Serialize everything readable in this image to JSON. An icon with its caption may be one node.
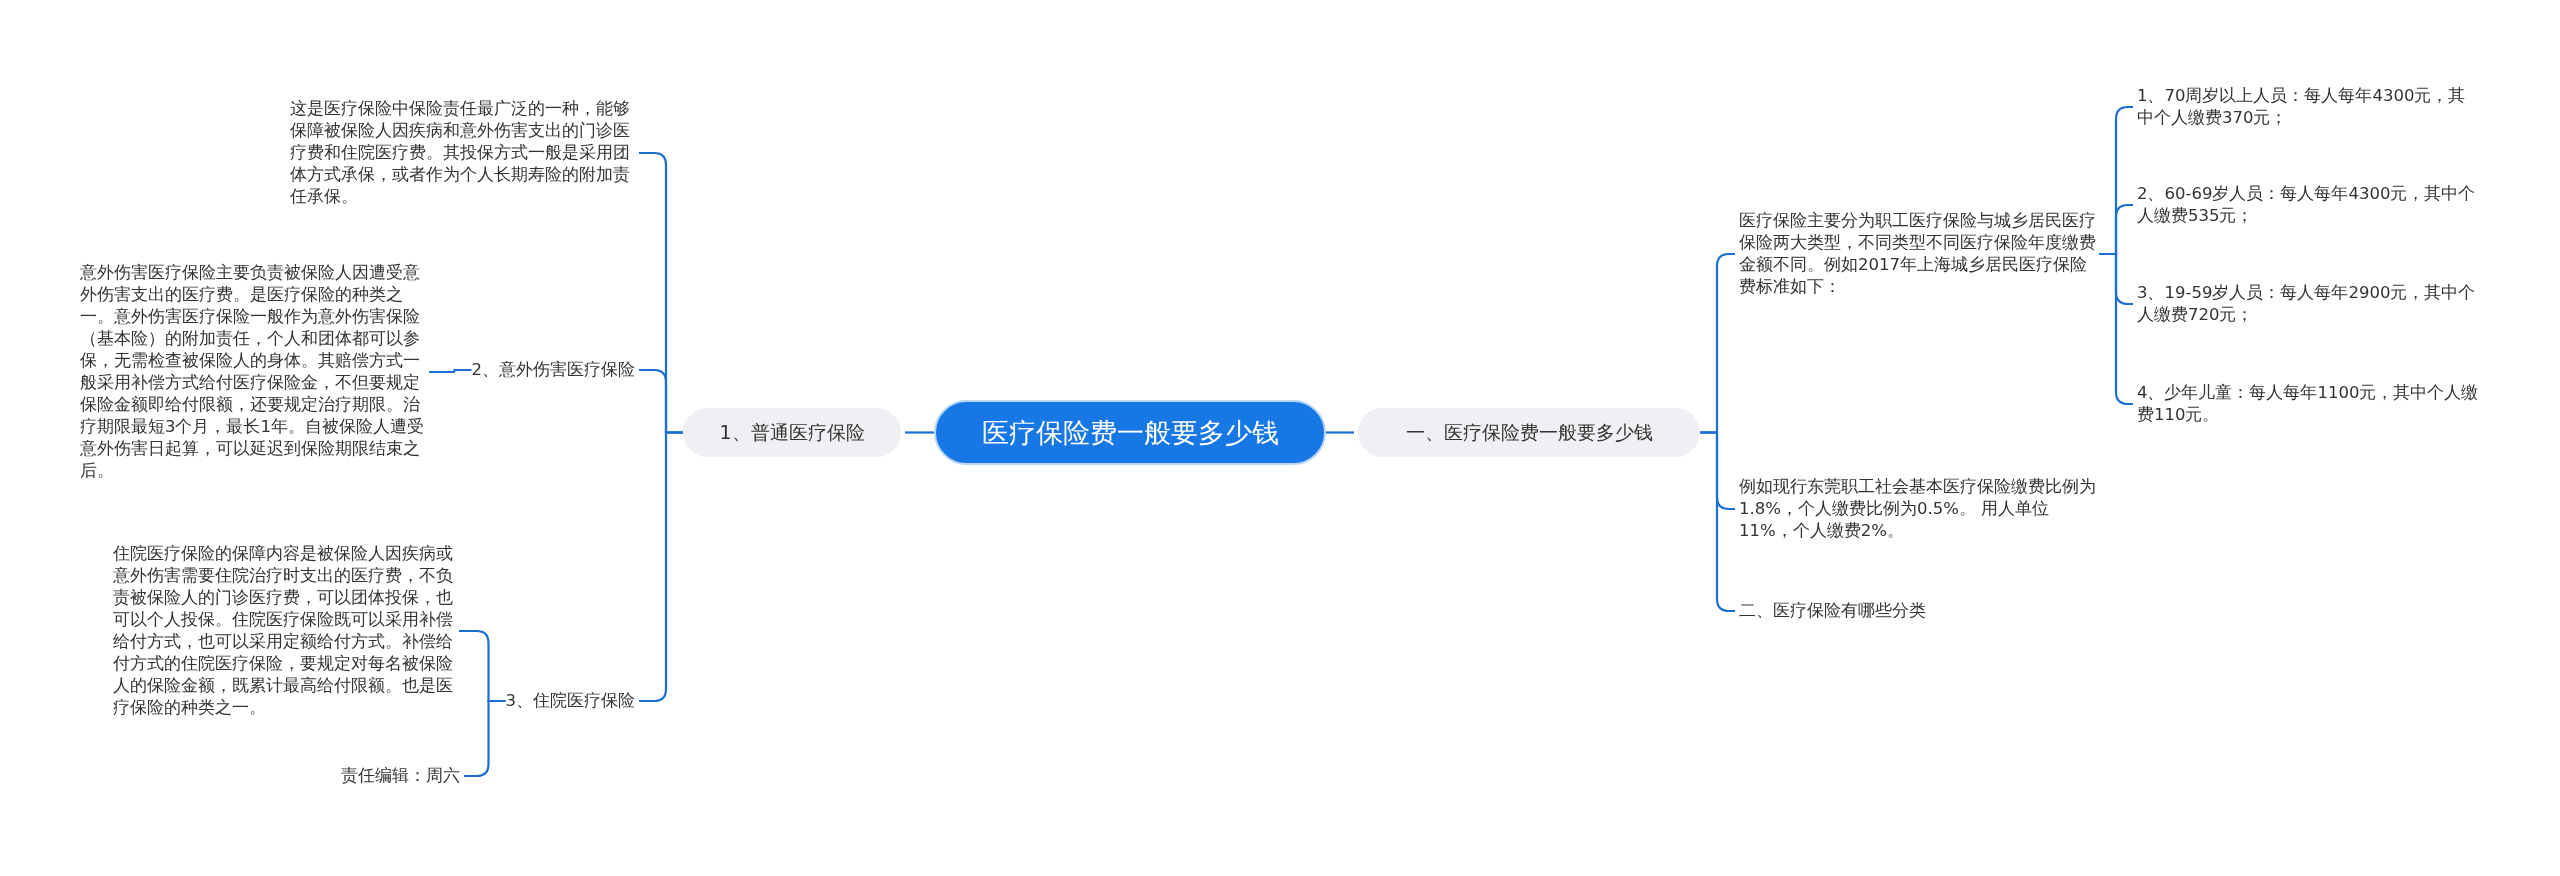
{
  "diagram": {
    "nodes": [
      {
        "text": [
          "医疗保险费一般要多少钱"
        ]
      },
      {
        "text": [
          "1、普通医疗保险"
        ]
      },
      {
        "text": [
          "这是医疗保险中保险责任最广泛的一种，能够保障被保险人因疾病和意外伤害支出的门诊医疗费和住院医疗费。其投保方式一般是采用团体方式承保，或者作为个人长期寿险的附加责任承保。"
        ]
      },
      {
        "text": [
          "2、意外伤害医疗保险"
        ]
      },
      {
        "text": [
          "意外伤害医疗保险主要负责被保险人因遭受意外伤害支出的医疗费。是医疗保险的种类之一。意外伤害医疗保险一般作为意外伤害保险（基本险）的附加责任，个人和团体都可以参保，无需检查被保险人的身体。其赔偿方式一般采用补偿方式给付医疗保险金，不但要规定保险金额即给付限额，还要规定治疗期限。治疗期限最短3个月，最长1年。自被保险人遭受意外伤害日起算，可以延迟到保险期限结束之后。"
        ]
      },
      {
        "text": [
          "3、住院医疗保险"
        ]
      },
      {
        "text": [
          "住院医疗保险的保障内容是被保险人因疾病或意外伤害需要住院治疗时支出的医疗费，不负责被保险人的门诊医疗费，可以团体投保，也可以个人投保。住院医疗保险既可以采用补偿给付方式，也可以采用定额给付方式。补偿给付方式的住院医疗保险，要规定对每名被保险人的保险金额，既累计最高给付限额。也是医疗保险的种类之一。"
        ]
      },
      {
        "text": [
          "责任编辑：周六"
        ]
      },
      {
        "text": [
          "一、医疗保险费一般要多少钱"
        ]
      },
      {
        "text": [
          "医疗保险主要分为职工医疗保险与城乡居民医疗保险两大类型，不同类型不同医疗保险年度缴费金额不同。例如2017年上海城乡居民医疗保险费标准如下："
        ]
      },
      {
        "text": [
          "1、70周岁以上人员：每人每年4300元，其中个人缴费370元；"
        ]
      },
      {
        "text": [
          "2、60-69岁人员：每人每年4300元，其中个人缴费535元；"
        ]
      },
      {
        "text": [
          "3、19-59岁人员：每人每年2900元，其中个人缴费720元；"
        ]
      },
      {
        "text": [
          "4、少年儿童：每人每年1100元，其中个人缴费110元。"
        ]
      },
      {
        "text": [
          "例如现行东莞职工社会基本医疗保险缴费比例为1.8%，个人缴费比例为0.5%。 用人单位11%，个人缴费2%。"
        ]
      },
      {
        "text": [
          "二、医疗保险有哪些分类"
        ]
      }
    ],
    "edges": [
      {
        "from": 0,
        "to": 1,
        "arrow": "none"
      },
      {
        "from": 1,
        "to": 2,
        "arrow": "none"
      },
      {
        "from": 1,
        "to": 3,
        "arrow": "none"
      },
      {
        "from": 3,
        "to": 4,
        "arrow": "none"
      },
      {
        "from": 1,
        "to": 5,
        "arrow": "none"
      },
      {
        "from": 5,
        "to": 6,
        "arrow": "none"
      },
      {
        "from": 5,
        "to": 7,
        "arrow": "none"
      },
      {
        "from": 0,
        "to": 8,
        "arrow": "none"
      },
      {
        "from": 8,
        "to": 9,
        "arrow": "none"
      },
      {
        "from": 9,
        "to": 10,
        "arrow": "none"
      },
      {
        "from": 9,
        "to": 11,
        "arrow": "none"
      },
      {
        "from": 9,
        "to": 12,
        "arrow": "none"
      },
      {
        "from": 9,
        "to": 13,
        "arrow": "none"
      },
      {
        "from": 8,
        "to": 14,
        "arrow": "none"
      },
      {
        "from": 8,
        "to": 15,
        "arrow": "none"
      }
    ]
  }
}
